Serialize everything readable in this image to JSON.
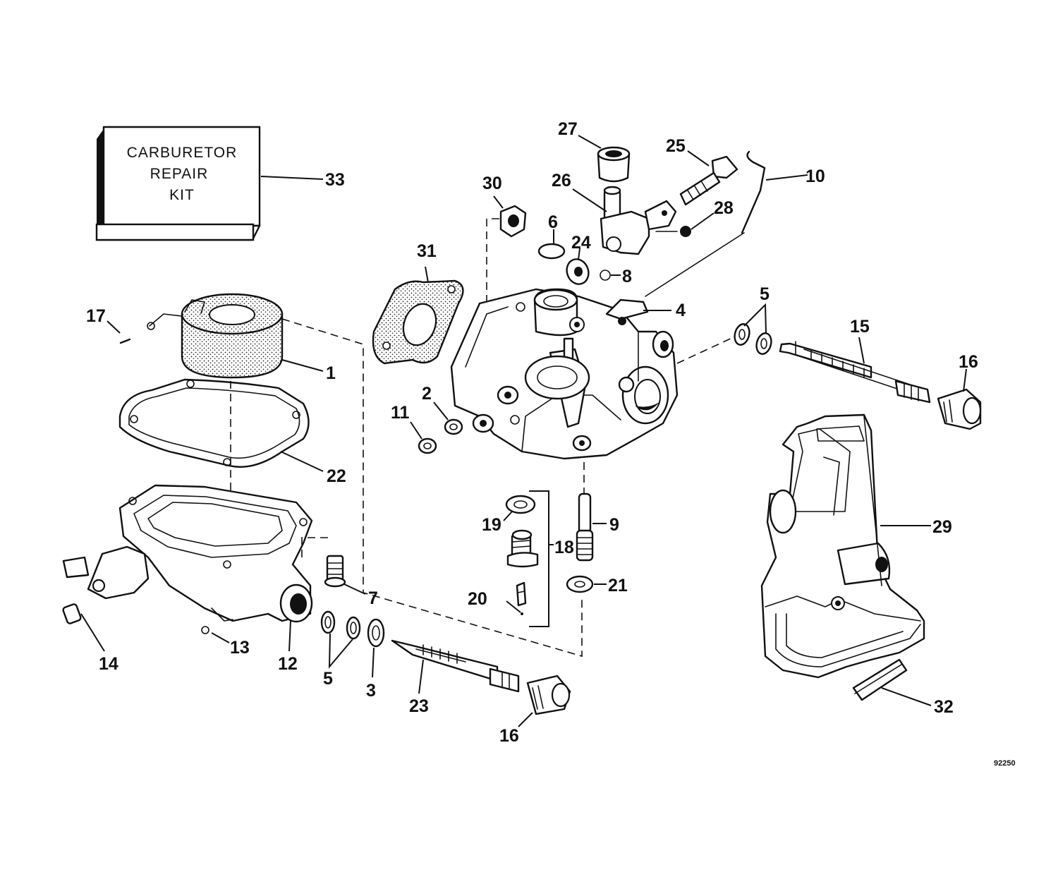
{
  "kit": {
    "lines": [
      "CARBURETOR",
      "REPAIR",
      "KIT"
    ]
  },
  "parts": {
    "p1": "1",
    "p2": "2",
    "p3": "3",
    "p4": "4",
    "p5a": "5",
    "p5b": "5",
    "p6": "6",
    "p7": "7",
    "p8": "8",
    "p9": "9",
    "p10": "10",
    "p11": "11",
    "p12": "12",
    "p13": "13",
    "p14": "14",
    "p15": "15",
    "p16a": "16",
    "p16b": "16",
    "p17": "17",
    "p18": "18",
    "p19": "19",
    "p20": "20",
    "p21": "21",
    "p22": "22",
    "p23": "23",
    "p24": "24",
    "p25": "25",
    "p26": "26",
    "p27": "27",
    "p28": "28",
    "p29": "29",
    "p30": "30",
    "p31": "31",
    "p32": "32",
    "p33": "33"
  },
  "reference": "92250"
}
